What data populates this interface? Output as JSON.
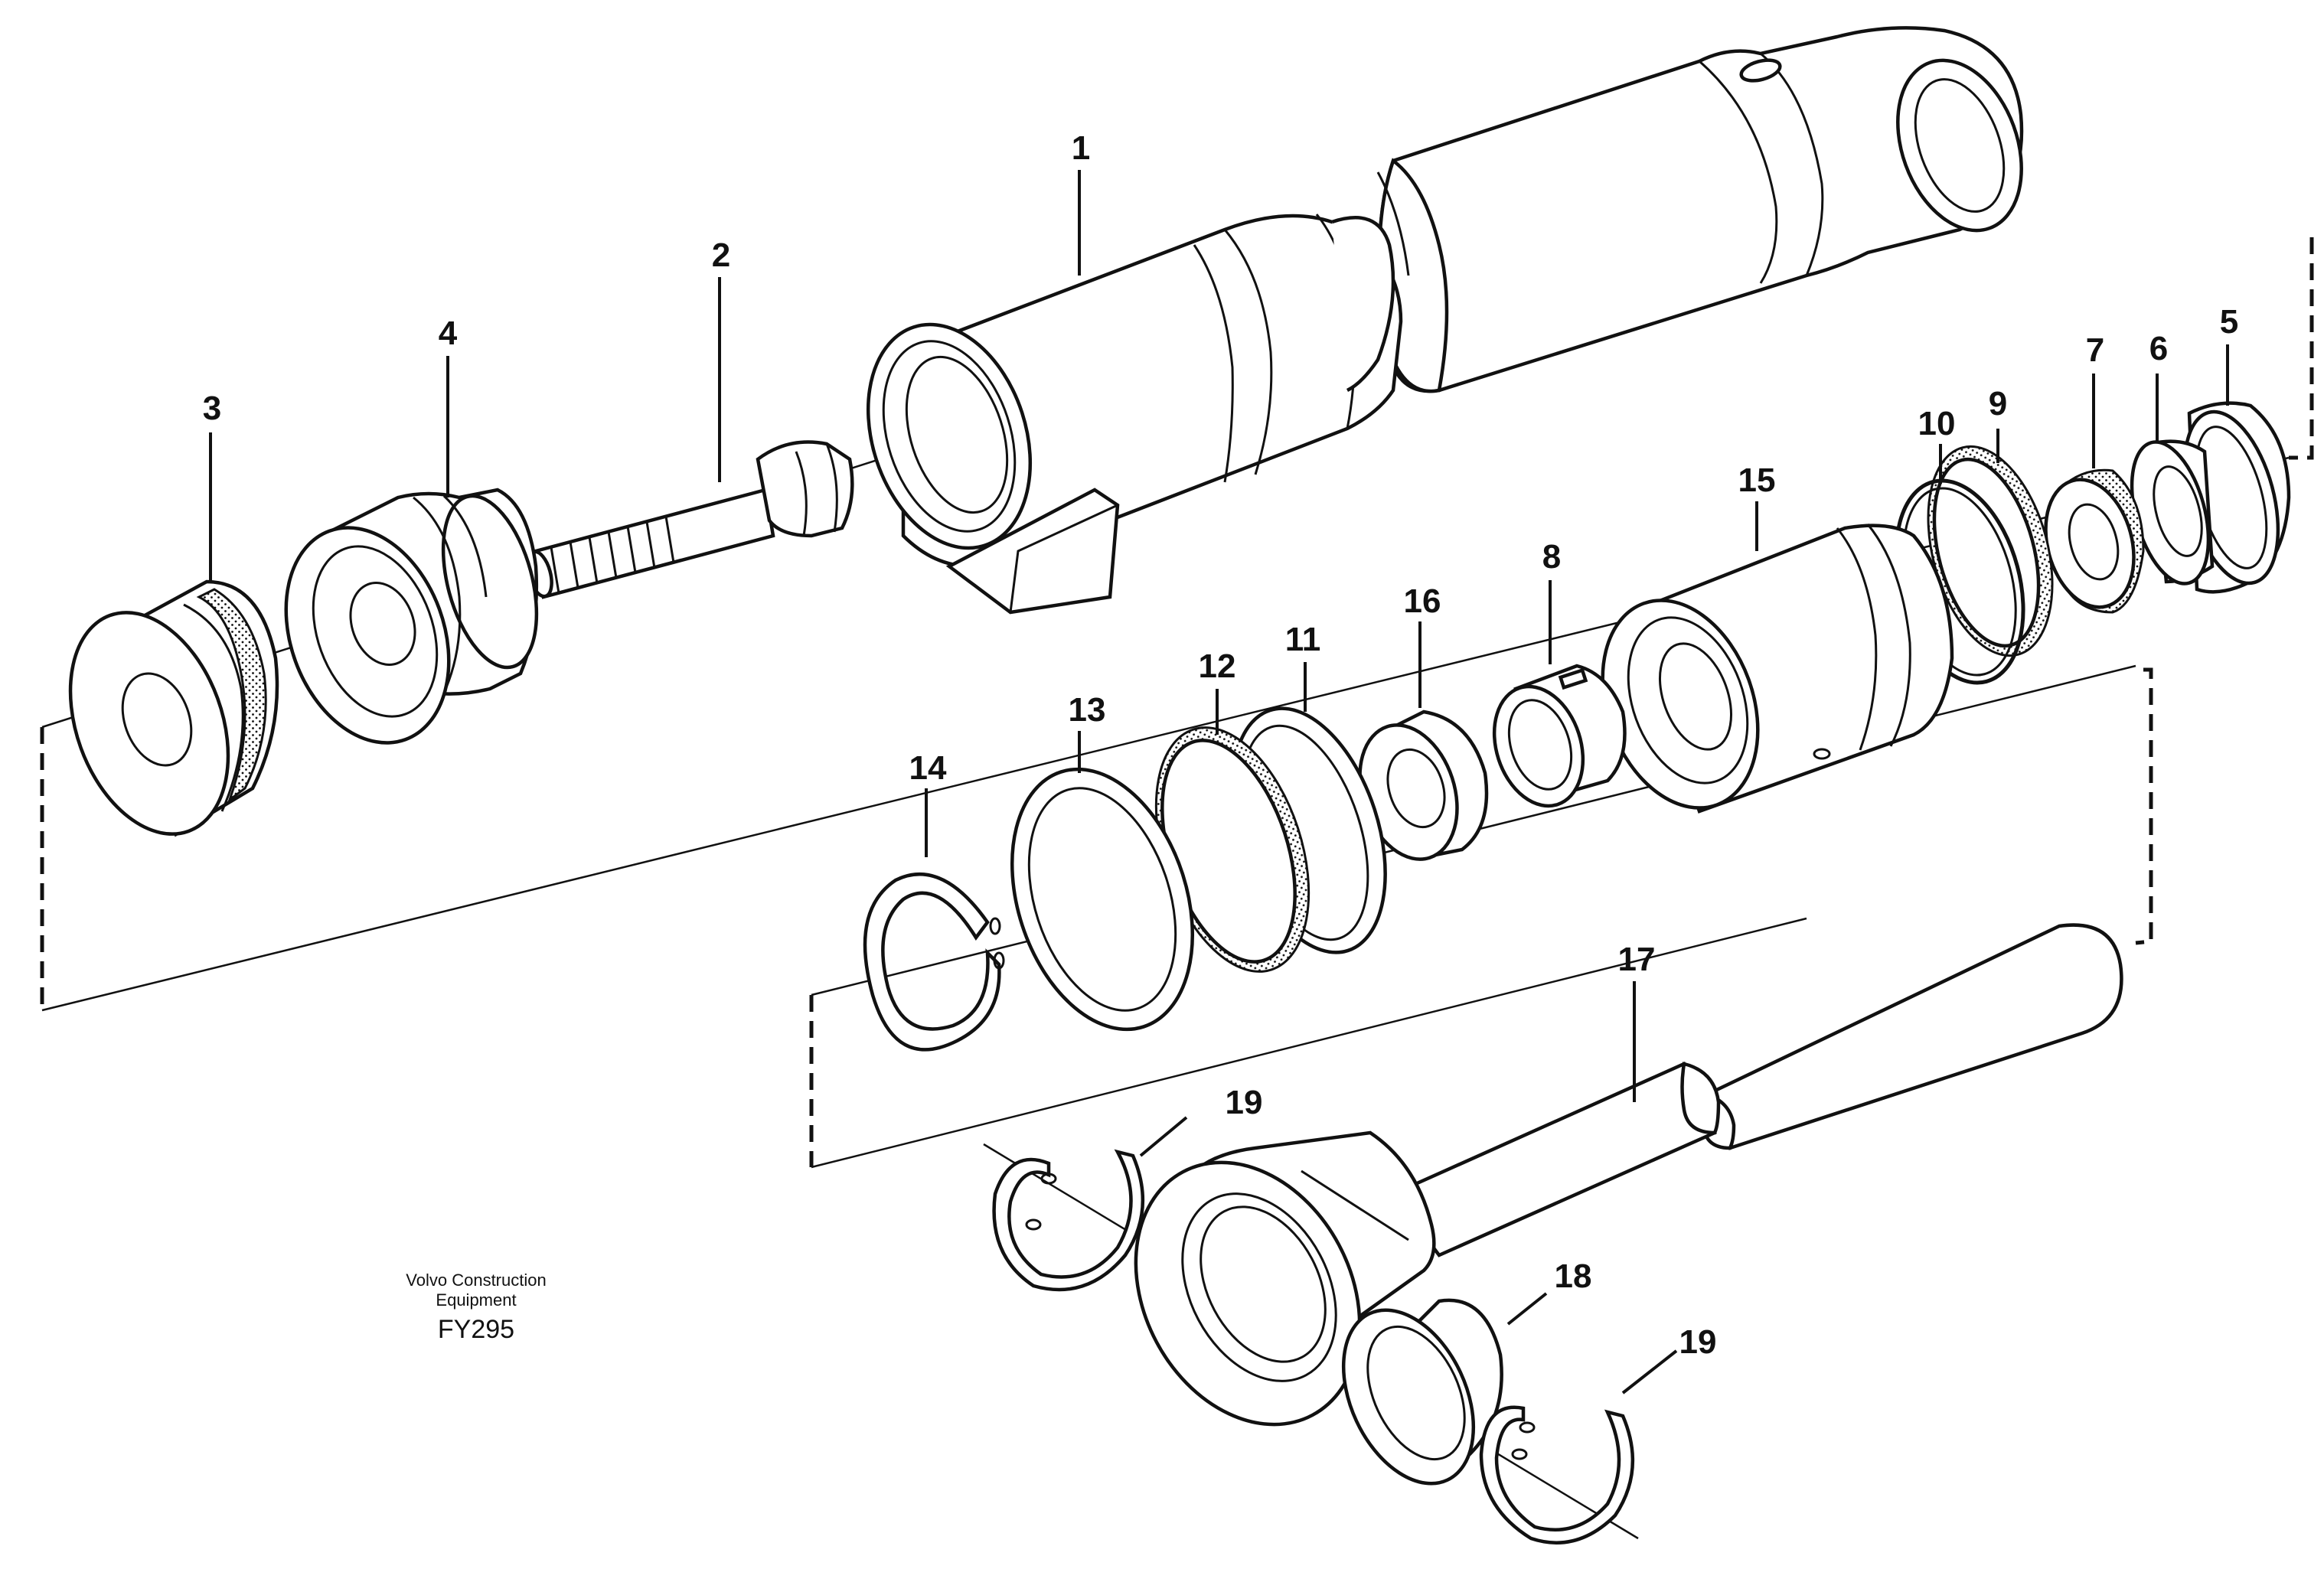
{
  "callouts": [
    {
      "id": "1",
      "text": "1"
    },
    {
      "id": "2",
      "text": "2"
    },
    {
      "id": "3",
      "text": "3"
    },
    {
      "id": "4",
      "text": "4"
    },
    {
      "id": "5",
      "text": "5"
    },
    {
      "id": "6",
      "text": "6"
    },
    {
      "id": "7",
      "text": "7"
    },
    {
      "id": "8",
      "text": "8"
    },
    {
      "id": "9",
      "text": "9"
    },
    {
      "id": "10",
      "text": "10"
    },
    {
      "id": "11",
      "text": "11"
    },
    {
      "id": "12",
      "text": "12"
    },
    {
      "id": "13",
      "text": "13"
    },
    {
      "id": "14",
      "text": "14"
    },
    {
      "id": "15",
      "text": "15"
    },
    {
      "id": "16",
      "text": "16"
    },
    {
      "id": "17",
      "text": "17"
    },
    {
      "id": "18",
      "text": "18"
    },
    {
      "id": "19a",
      "text": "19"
    },
    {
      "id": "19b",
      "text": "19"
    }
  ],
  "footer": {
    "line1": "Volvo Construction",
    "line2": "Equipment",
    "code": "FY295"
  },
  "colors": {
    "ink": "#111111",
    "paper": "#ffffff"
  }
}
